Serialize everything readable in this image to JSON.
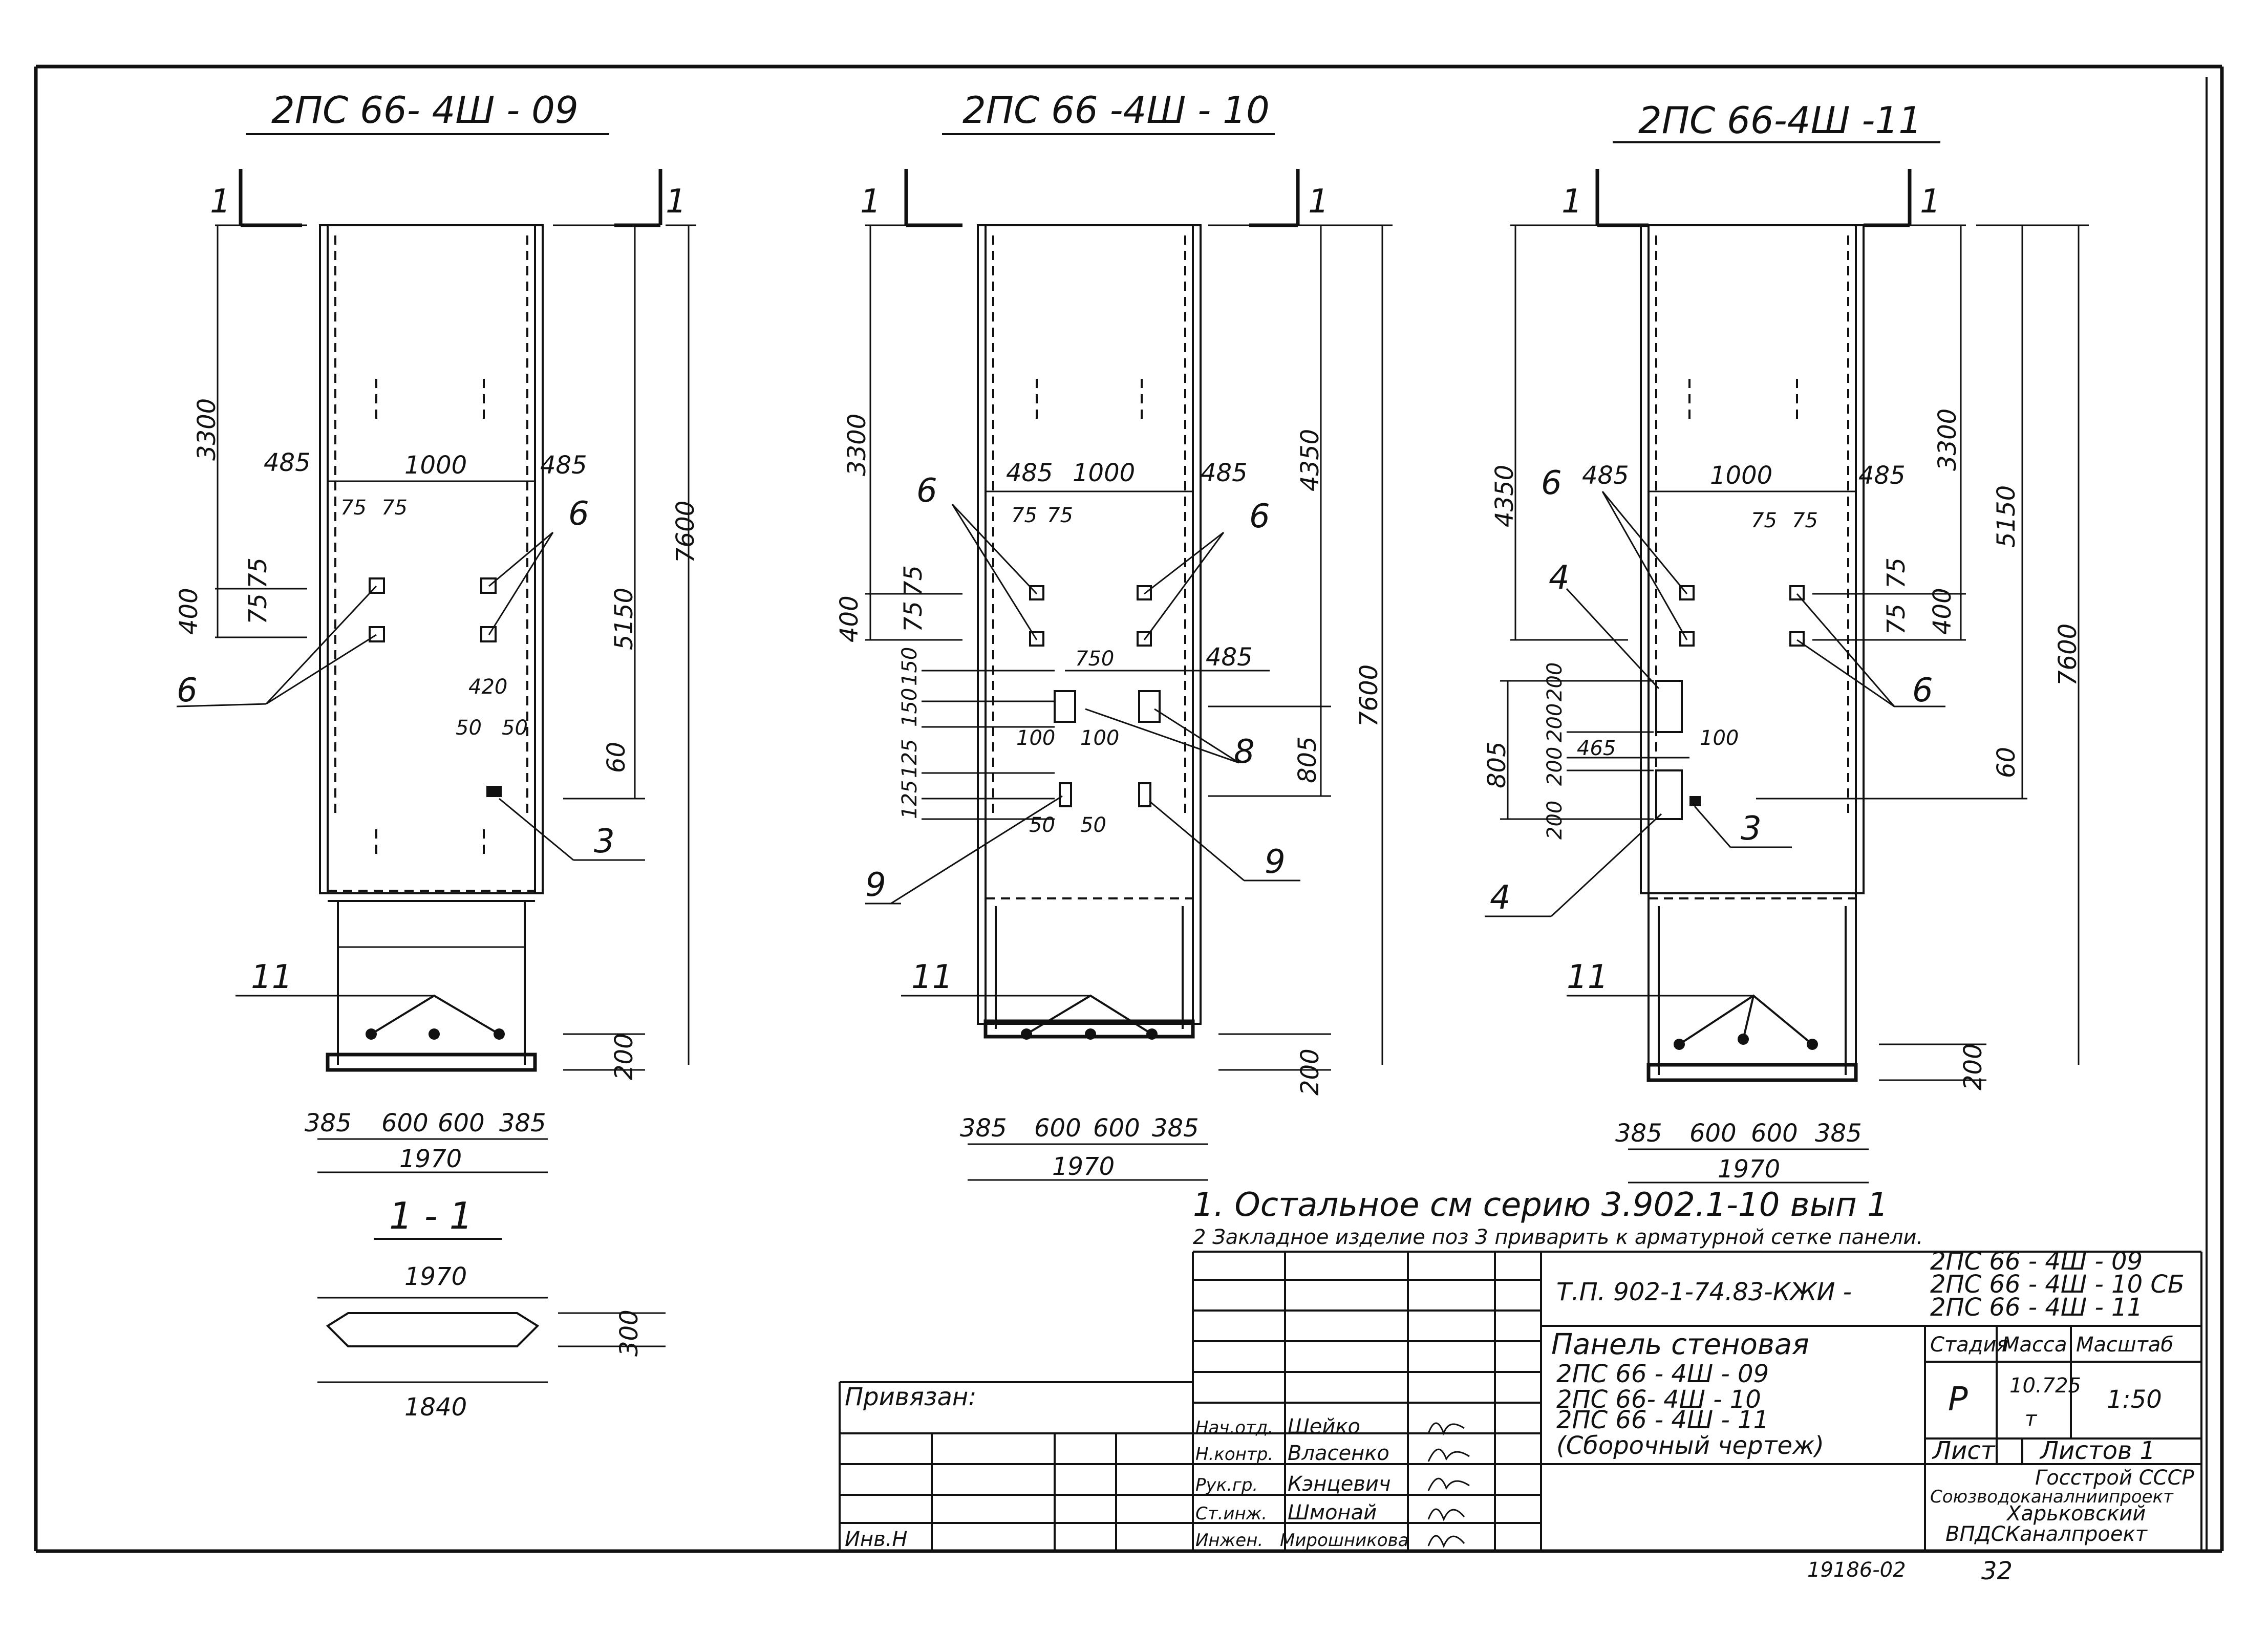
{
  "titles": [
    "2ПС 66- 4Ш - 09",
    "2ПС 66 -4Ш - 10",
    "2ПС 66-4Ш -11"
  ],
  "sheet_number": "19186-02",
  "page": "32",
  "section_title": "1 - 1",
  "section": {
    "top_width": "1970",
    "bottom_width": "1840",
    "thickness": "300"
  },
  "notes": [
    "1. Остальное см серию 3.902.1-10 вып 1",
    "2 Закладное изделие поз 3 приварить к арматурной сетке панели."
  ],
  "project_code": "Т.П. 902-1-74.83-КЖИ -",
  "project_items": [
    "2ПС 66 - 4Ш - 09",
    "2ПС 66 - 4Ш - 10 СБ",
    "2ПС 66 - 4Ш - 11"
  ],
  "doc_title": [
    "Панель стеновая",
    "2ПС 66 - 4Ш - 09",
    "2ПС 66- 4Ш - 10",
    "2ПС 66 - 4Ш - 11",
    "(Сборочный чертеж)"
  ],
  "stamp": {
    "stage_h": "Стадия",
    "mass_h": "Масса",
    "scale_h": "Масштаб",
    "stage": "Р",
    "mass": "10.725",
    "mass_unit": "т",
    "scale": "1:50",
    "sheet": "Лист",
    "sheets": "Листов 1",
    "org": [
      "Госстрой СССР",
      "Союзводоканалниипроект",
      "Харьковский",
      "ВПДСКаналпроект"
    ]
  },
  "signers": [
    {
      "role": "Нач.отд.",
      "name": "Шейко"
    },
    {
      "role": "Н.контр.",
      "name": "Власенко"
    },
    {
      "role": "Рук.гр.",
      "name": "Кэнцевич"
    },
    {
      "role": "Ст.инж.",
      "name": "Шмонай"
    },
    {
      "role": "Инжен.",
      "name": "Мирошникова"
    }
  ],
  "attached": "Привязан:",
  "inv": "Инв.Н",
  "p1": {
    "cut": "1",
    "dims": {
      "top": "3300",
      "w1": "485",
      "mid": "1000",
      "w2": "485",
      "s1": "75",
      "s2": "75",
      "v1": "75",
      "v2": "75",
      "h400": "400",
      "h5150": "5150",
      "h7600": "7600",
      "h420": "420",
      "d50a": "50",
      "d50b": "50",
      "h60": "60",
      "h200": "200",
      "b1": "385",
      "b2": "600",
      "b3": "600",
      "b4": "385",
      "total": "1970"
    },
    "tags": {
      "a": "6",
      "b": "6",
      "c": "3",
      "d": "11"
    }
  },
  "p2": {
    "cut": "1",
    "dims": {
      "top": "3300",
      "w1": "485",
      "mid": "1000",
      "w2": "485",
      "s1": "75",
      "s2": "75",
      "v1": "75",
      "v2": "75",
      "h400": "400",
      "h4350": "4350",
      "h7600": "7600",
      "h750": "750",
      "h485": "485",
      "h150a": "150",
      "h150b": "150",
      "h125a": "125",
      "h125b": "125",
      "h100a": "100",
      "h100b": "100",
      "h50a": "50",
      "h50b": "50",
      "h805": "805",
      "h200": "200",
      "b1": "385",
      "b2": "600",
      "b3": "600",
      "b4": "385",
      "total": "1970"
    },
    "tags": {
      "a": "6",
      "b": "6",
      "c": "8",
      "d": "9",
      "e": "9",
      "f": "11"
    }
  },
  "p3": {
    "cut": "1",
    "dims": {
      "h4350": "4350",
      "w1": "485",
      "mid": "1000",
      "w2": "485",
      "s1": "75",
      "s2": "75",
      "v1": "75",
      "v2": "75",
      "h400": "400",
      "h3300": "3300",
      "h5150": "5150",
      "h7600": "7600",
      "h200a": "200",
      "h200b": "200",
      "h200c": "200",
      "h200d": "200",
      "h465": "465",
      "h100": "100",
      "h805": "805",
      "h60": "60",
      "h200": "200",
      "b1": "385",
      "b2": "600",
      "b3": "600",
      "b4": "385",
      "total": "1970"
    },
    "tags": {
      "a": "6",
      "b": "6",
      "c": "4",
      "d": "3",
      "e": "4",
      "f": "11"
    }
  }
}
